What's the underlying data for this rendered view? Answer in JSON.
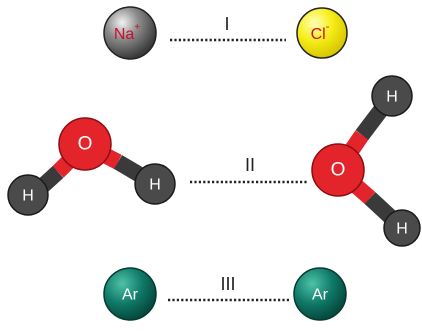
{
  "rows": {
    "ionic": {
      "label": "I",
      "left_atom": {
        "symbol": "Na",
        "charge": "+",
        "color": "#555555",
        "text_color": "#c8102e"
      },
      "right_atom": {
        "symbol": "Cl",
        "charge": "-",
        "color": "#f2e600",
        "text_color": "#c8102e"
      }
    },
    "hydrogen_bond": {
      "label": "II",
      "left_water": {
        "oxygen": "O",
        "hydrogen_1": "H",
        "hydrogen_2": "H"
      },
      "right_water": {
        "oxygen": "O",
        "hydrogen_1": "H",
        "hydrogen_2": "H"
      }
    },
    "dispersion": {
      "label": "III",
      "left_atom": {
        "symbol": "Ar",
        "color": "#0f7a68"
      },
      "right_atom": {
        "symbol": "Ar",
        "color": "#0f7a68"
      }
    }
  },
  "colors": {
    "oxygen": "#e3242b",
    "hydrogen": "#4a4a4a",
    "bond_dark": "#3a3a3a",
    "bond_red": "#e3242b"
  }
}
